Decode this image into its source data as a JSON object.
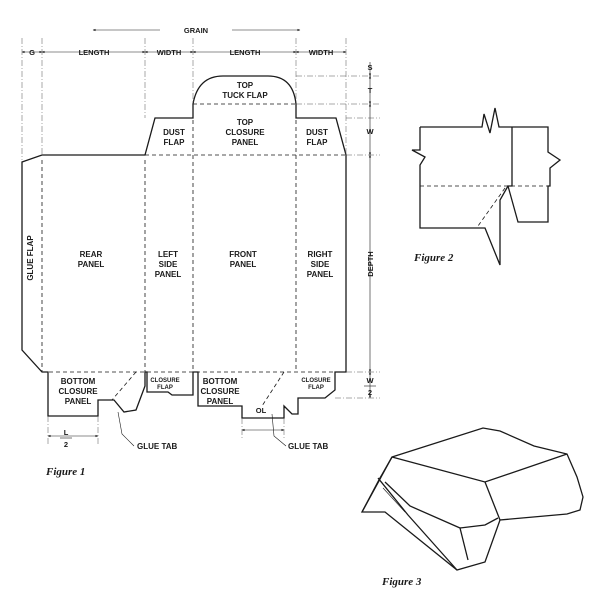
{
  "dimensions": {
    "grain": "GRAIN",
    "g": "G",
    "length_1": "LENGTH",
    "width_1": "WIDTH",
    "length_2": "LENGTH",
    "width_2": "WIDTH",
    "s": "S",
    "t": "T",
    "w": "W",
    "depth": "DEPTH",
    "w_over_2_top": "W",
    "w_over_2_bottom": "2",
    "l_over_2_top": "L",
    "l_over_2_bottom": "2",
    "ol": "OL"
  },
  "panels": {
    "top_tuck_flap_1": "TOP",
    "top_tuck_flap_2": "TUCK FLAP",
    "top_closure_1": "TOP",
    "top_closure_2": "CLOSURE",
    "top_closure_3": "PANEL",
    "dust_flap_left_1": "DUST",
    "dust_flap_left_2": "FLAP",
    "dust_flap_right_1": "DUST",
    "dust_flap_right_2": "FLAP",
    "glue_flap": "GLUE FLAP",
    "rear_1": "REAR",
    "rear_2": "PANEL",
    "left_side_1": "LEFT",
    "left_side_2": "SIDE",
    "left_side_3": "PANEL",
    "front_1": "FRONT",
    "front_2": "PANEL",
    "right_side_1": "RIGHT",
    "right_side_2": "SIDE",
    "right_side_3": "PANEL",
    "bottom_closure_left_1": "BOTTOM",
    "bottom_closure_left_2": "CLOSURE",
    "bottom_closure_left_3": "PANEL",
    "closure_flap_left_1": "CLOSURE",
    "closure_flap_left_2": "FLAP",
    "bottom_closure_right_1": "BOTTOM",
    "bottom_closure_right_2": "CLOSURE",
    "bottom_closure_right_3": "PANEL",
    "closure_flap_right_1": "CLOSURE",
    "closure_flap_right_2": "FLAP",
    "glue_tab_left": "GLUE TAB",
    "glue_tab_right": "GLUE TAB"
  },
  "figures": {
    "figure_1": "Figure 1",
    "figure_2": "Figure 2",
    "figure_3": "Figure 3"
  }
}
